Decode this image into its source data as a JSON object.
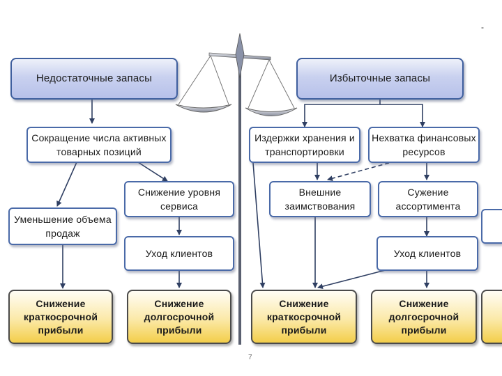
{
  "headers": {
    "insufficient": "Недостаточные запасы",
    "excess": "Избыточные запасы"
  },
  "left": {
    "reduction_positions": "Сокращение числа активных товарных позиций",
    "service_decline": "Снижение уровня сервиса",
    "sales_decrease": "Уменьшение объема продаж",
    "clients_leave": "Уход клиентов",
    "short_profit": "Снижение краткосрочной прибыли",
    "long_profit": "Снижение долгосрочной прибыли"
  },
  "right": {
    "storage_costs": "Издержки хранения и транспортировки",
    "lack_finance": "Нехватка финансовых ресурсов",
    "external_loans": "Внешние заимствования",
    "assortment_narrowing": "Сужение ассортимента",
    "clients_leave": "Уход клиентов",
    "short_profit": "Снижение краткосрочной прибыли",
    "long_profit": "Снижение долгосрочной прибыли"
  },
  "page_number": "7",
  "corner_mark": "-",
  "colors": {
    "header_fill": "#c9d1ef",
    "profit_fill": "#f3ce4a",
    "border": "#4a6aa8",
    "line": "#3a4a6a"
  },
  "icons": [
    "balance-scale-icon"
  ]
}
